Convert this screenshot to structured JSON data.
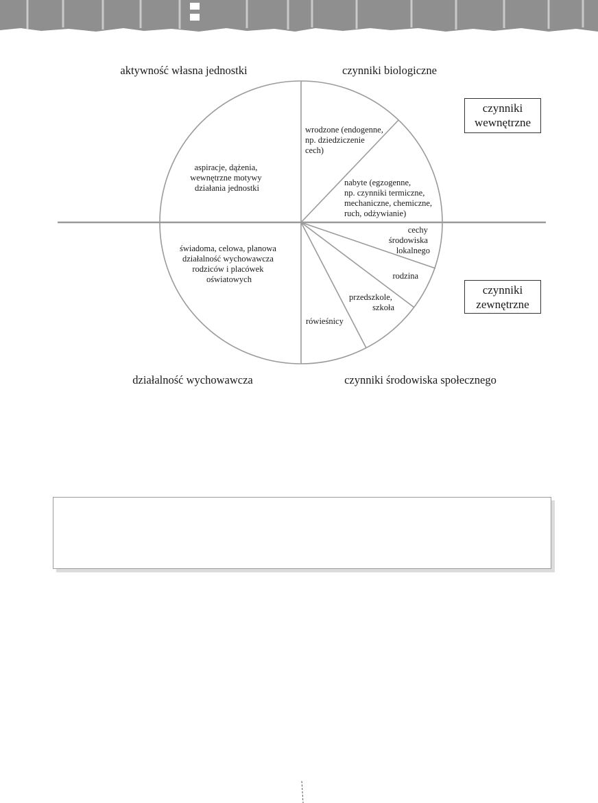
{
  "diagram": {
    "quadrant_labels": {
      "top_left": "aktywność własna jednostki",
      "top_right": "czynniki biologiczne",
      "bottom_left": "działalność wychowawcza",
      "bottom_right": "czynniki środowiska społecznego"
    },
    "segments": {
      "aspiracje": [
        "aspiracje, dążenia,",
        "wewnętrzne motywy",
        "działania jednostki"
      ],
      "wrodzone": [
        "wrodzone (endogenne,",
        "np. dziedziczenie",
        "cech)"
      ],
      "nabyte": [
        "nabyte (egzogenne,",
        "np. czynniki termiczne,",
        "mechaniczne, chemiczne,",
        "ruch, odżywianie)"
      ],
      "swiadoma": [
        "świadoma, celowa, planowa",
        "działalność wychowawcza",
        "rodziców i placówek",
        "oświatowych"
      ],
      "cechy": [
        "cechy",
        "środowiska",
        "lokalnego"
      ],
      "rodzina": [
        "rodzina"
      ],
      "przedszkole": [
        "przedszkole,",
        "szkoła"
      ],
      "rowiesnicy": [
        "rówieśnicy"
      ]
    },
    "side_boxes": {
      "internal": [
        "czynniki",
        "wewnętrzne"
      ],
      "external": [
        "czynniki",
        "zewnętrzne"
      ]
    }
  }
}
